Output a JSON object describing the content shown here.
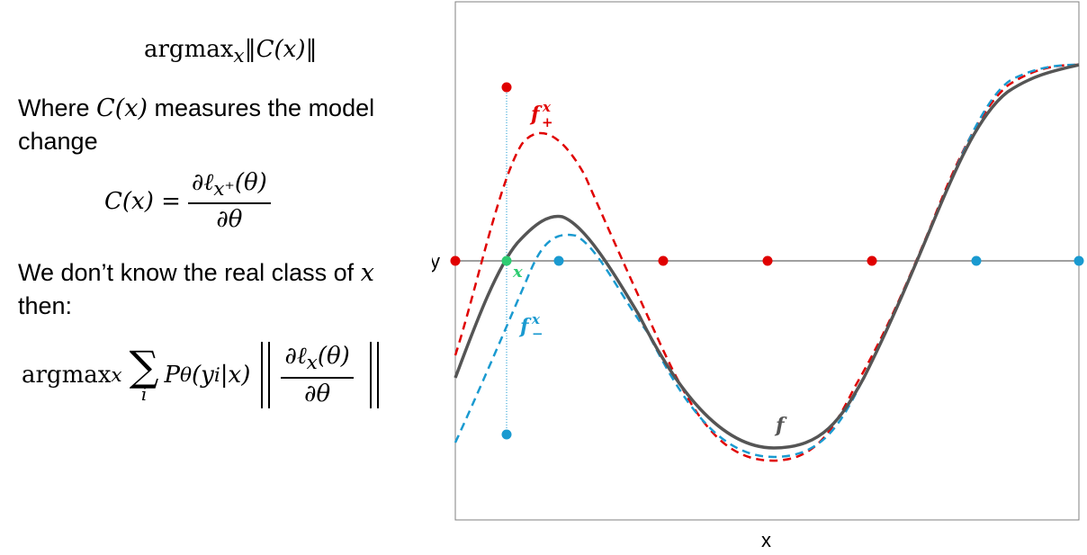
{
  "left_panel": {
    "eq1": {
      "op": "argmax",
      "sub": "x",
      "norm_open": "‖",
      "c": "C",
      "arg": "(x)",
      "norm_close": "‖"
    },
    "para1": {
      "where": "Where ",
      "cx": "C(x)",
      "rest": " measures the model change"
    },
    "eq2": {
      "lhs": "C(x) =",
      "num": "∂ℓ",
      "num_sub": "x⁺",
      "num_arg": "(θ)",
      "den": "∂θ"
    },
    "para2": {
      "text": "We don’t know the real class of ",
      "x": "x",
      "tail": " then:"
    },
    "eq3": {
      "op": "argmax",
      "sub": "x",
      "sigma": "∑",
      "sigma_sub": "i",
      "prob": "P",
      "prob_sub": "θ",
      "prob_arg": "(y",
      "prob_arg_sub": "i",
      "prob_arg_end": "|x)",
      "num": "∂ℓ",
      "num_sub": "x",
      "num_arg": "(θ)",
      "den": "∂θ"
    }
  },
  "chart": {
    "xlabel": "x",
    "ylabel": "y",
    "labels": {
      "f_plus": "f",
      "f_plus_sup": "x",
      "f_plus_sub": "+",
      "f_minus": "f",
      "f_minus_sup": "x",
      "f_minus_sub": "−",
      "f": "f",
      "x_point": "x"
    },
    "colors": {
      "red": "#e00000",
      "blue": "#1a9ad0",
      "green": "#2ecc71",
      "gray": "#555555",
      "axis": "#808080"
    }
  }
}
